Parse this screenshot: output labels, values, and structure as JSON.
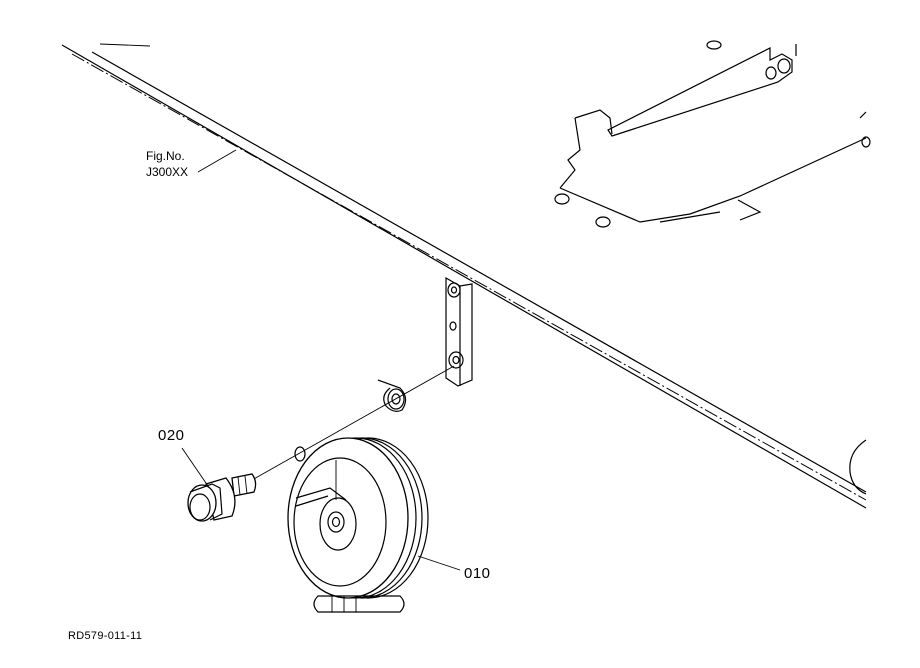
{
  "diagram": {
    "fig_ref_line1": "Fig.No.",
    "fig_ref_line2": "J300XX",
    "part_horn": "010",
    "part_bolt": "020",
    "drawing_code": "RD579-011-11"
  }
}
